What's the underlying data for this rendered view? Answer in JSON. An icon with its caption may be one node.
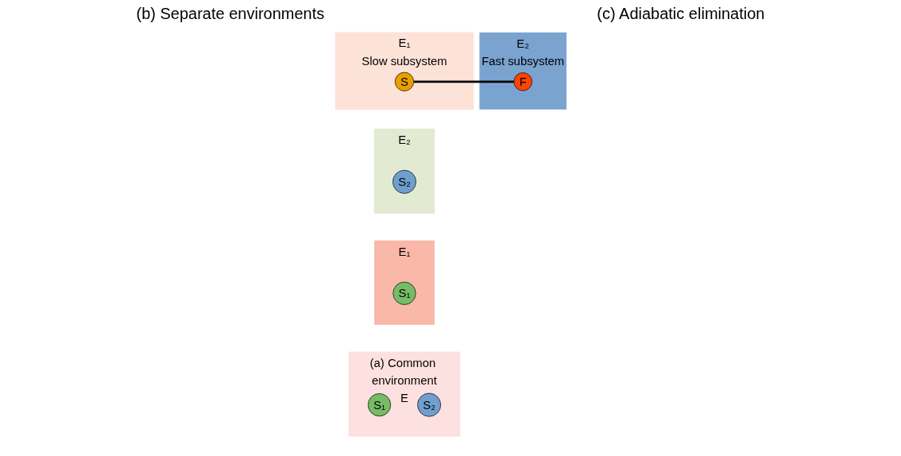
{
  "diagram": {
    "nodes": [
      {
        "text": [
          "(a) Common environment",
          "E"
        ]
      },
      {
        "text": [
          "S₁"
        ],
        "in": 0
      },
      {
        "text": [
          "S₂"
        ],
        "in": 0
      },
      {
        "text": [
          "E₁"
        ]
      },
      {
        "text": [
          "S₁"
        ],
        "in": 3
      },
      {
        "text": [
          "E₂"
        ]
      },
      {
        "text": [
          "S₂"
        ],
        "in": 5
      },
      {
        "text": [
          "E₁",
          "Slow subsystem"
        ]
      },
      {
        "text": [
          "S"
        ],
        "in": 7
      },
      {
        "text": [
          "E₂",
          "Fast subsystem"
        ]
      },
      {
        "text": [
          "F"
        ],
        "in": 9
      }
    ],
    "edges": [
      {
        "from": 8,
        "to": 10,
        "arrow": "none"
      }
    ],
    "labels": [
      "(b) Separate environments",
      "(c) Adiabatic elimination"
    ]
  }
}
